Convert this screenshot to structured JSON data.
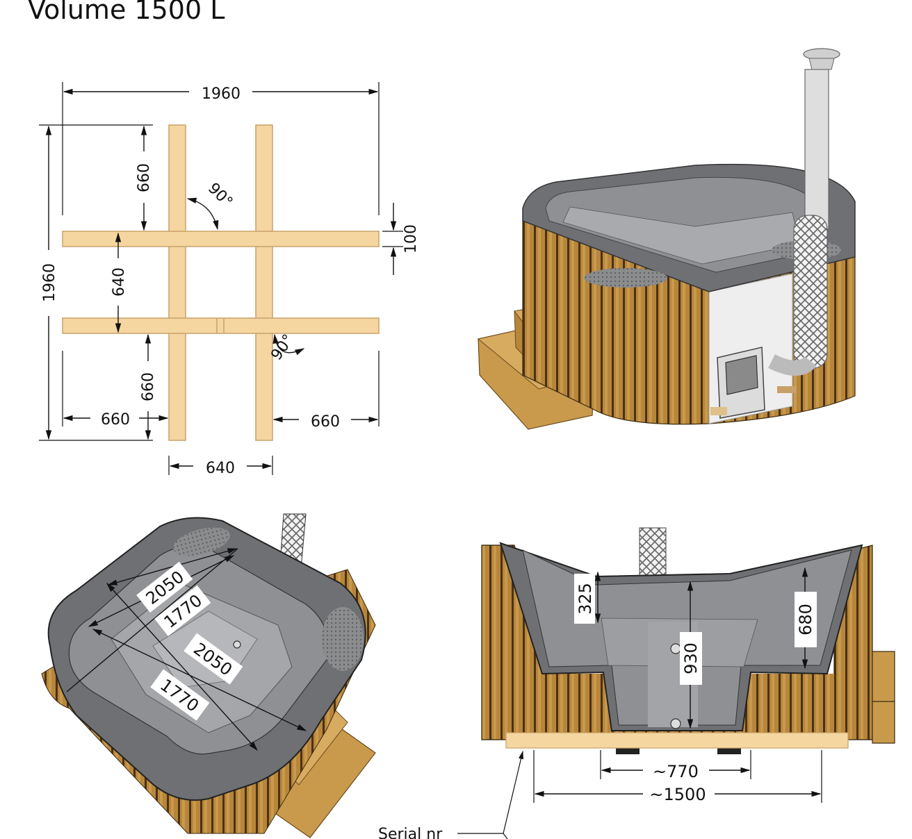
{
  "title": "Volume 1500 L",
  "frame_plan": {
    "overall_width": "1960",
    "overall_height": "1960",
    "top_offset": "660",
    "bottom_offset": "660",
    "beam_gap": "640",
    "beam_thickness": "100",
    "left_offset": "660",
    "right_offset": "660",
    "post_gap": "640",
    "angle_top": "90°",
    "angle_bottom": "90°"
  },
  "top_view": {
    "outer_diagonal_1": "2050",
    "inner_diagonal_1": "1770",
    "outer_diagonal_2": "2050",
    "inner_diagonal_2": "1770"
  },
  "section_view": {
    "seat_depth": "325",
    "total_depth": "930",
    "side_depth": "680",
    "footwell_width": "~770",
    "base_width": "~1500",
    "serial_label": "Serial nr"
  },
  "colors": {
    "wood": "#f5d6a0",
    "wood_edge": "#c8a06a",
    "tub_gray": "#6e7073",
    "tub_dark": "#4a4c4f",
    "cladding": "#b8863b",
    "cladding_dark": "#5a3d17",
    "panel": "#eeeeee",
    "chimney": "#d9d9d9"
  }
}
